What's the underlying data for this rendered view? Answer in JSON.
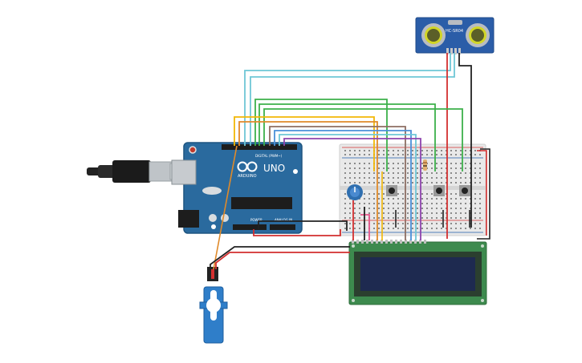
{
  "arduino": {
    "logo_text": "UNO",
    "brand_text": "ARDUINO",
    "digital_label": "DIGITAL (PWM~)",
    "power_label": "POWER",
    "analog_label": "ANALOG IN"
  },
  "sensor": {
    "model_label": "HC-SR04"
  },
  "colors": {
    "board": "#2a6a9e",
    "sensor": "#2b5da8",
    "lcd_pcb": "#3d8a4e",
    "lcd_screen": "#1e2a50",
    "breadboard": "#e9e9e9",
    "servo": "#2f7ec9",
    "wire_red": "#d32f2f",
    "wire_black": "#222222",
    "wire_green": "#3cb04a",
    "wire_yellow": "#f2b705",
    "wire_cyan": "#6fc7d6",
    "wire_orange": "#e08a2a",
    "wire_purple": "#8e44ad",
    "wire_brown": "#8d6e63",
    "wire_blue": "#4a90d9",
    "wire_pink": "#e5548a"
  }
}
